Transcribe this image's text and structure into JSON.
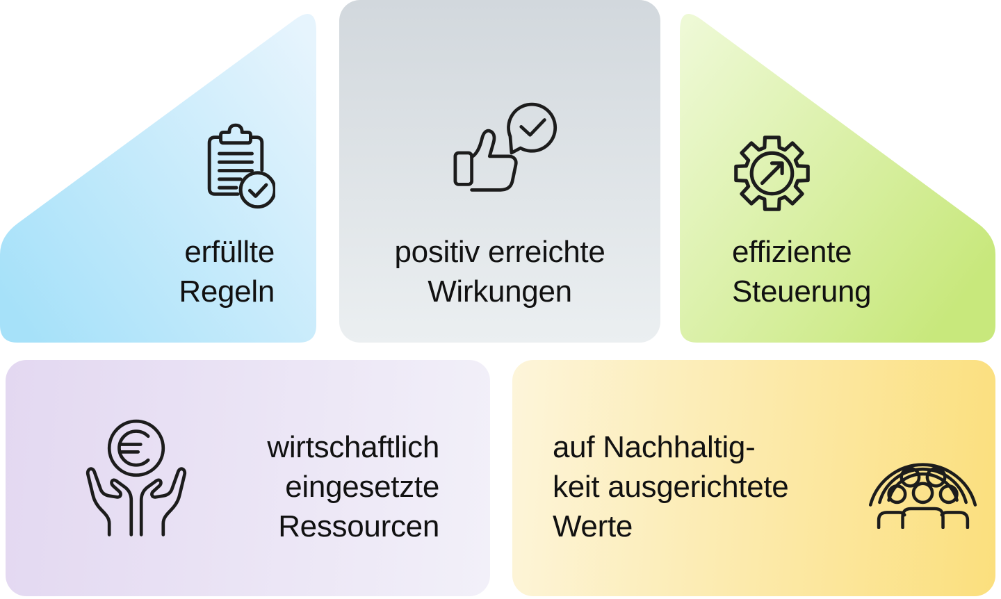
{
  "background_color": "#ffffff",
  "text_color": "#111111",
  "icon_stroke_color": "#1c1c1c",
  "cards": [
    {
      "name": "erfuellte-regeln",
      "lines": [
        "erfüllte",
        "Regeln"
      ],
      "icon": "clipboard-check-icon",
      "shape": "triangle-rising-left",
      "gradient": {
        "from": "#a6e1f9",
        "to": "#e6f4fd"
      }
    },
    {
      "name": "positiv-erreichte-wirkungen",
      "lines": [
        "positiv erreichte",
        "Wirkungen"
      ],
      "icon": "thumbs-up-check-icon",
      "shape": "rounded-rect",
      "gradient": {
        "from": "#d2d8dd",
        "to": "#ebeff1"
      }
    },
    {
      "name": "effiziente-steuerung",
      "lines": [
        "effiziente",
        "Steuerung"
      ],
      "icon": "gear-arrow-icon",
      "shape": "triangle-falling-right",
      "gradient": {
        "from": "#eef9d6",
        "to": "#c8e87c"
      }
    },
    {
      "name": "wirtschaftlich-eingesetzte-ressourcen",
      "lines": [
        "wirtschaftlich",
        "eingesetzte",
        "Ressourcen"
      ],
      "icon": "hands-euro-icon",
      "shape": "rounded-rect",
      "gradient": {
        "from": "#e3d8f1",
        "to": "#f2f0f9"
      }
    },
    {
      "name": "auf-nachhaltigkeit-ausgerichtete-werte",
      "lines": [
        "auf Nachhaltig-",
        "keit ausgerichtete",
        "Werte"
      ],
      "icon": "people-community-icon",
      "shape": "rounded-rect",
      "gradient": {
        "from": "#fdf5da",
        "to": "#fbdf7d"
      }
    }
  ]
}
